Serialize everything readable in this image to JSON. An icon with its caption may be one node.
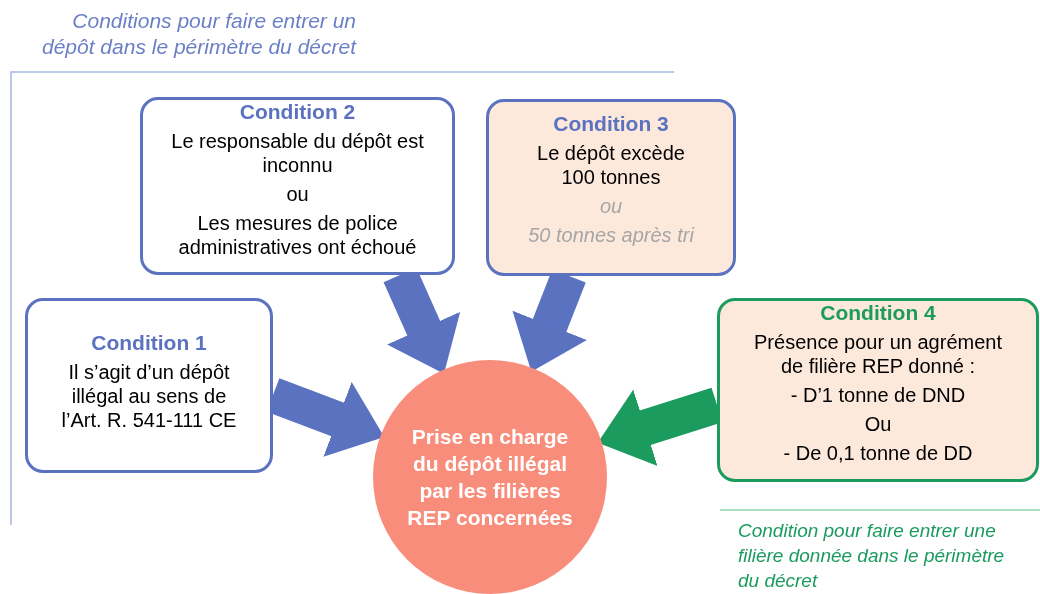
{
  "diagram": {
    "nodes": [
      {
        "text": [
          "Condition 2",
          "Le responsable du dépôt est inconnu",
          "ou",
          "Les mesures de police administratives ont échoué"
        ]
      },
      {
        "text": [
          "Condition 3",
          "Le dépôt excède 100 tonnes",
          "ou",
          "50 tonnes après tri"
        ]
      },
      {
        "text": [
          "Condition 1",
          "Il s’agit d’un dépôt illégal au sens de l’Art. R. 541-111 CE"
        ]
      },
      {
        "text": [
          "Condition 4",
          "Présence pour un agrément de filière REP donné :",
          "- D’1 tonne de DND",
          "Ou",
          "- De 0,1 tonne de DD"
        ]
      },
      {
        "text": [
          "Prise en charge du dépôt illégal par les filières REP concernées"
        ]
      }
    ],
    "edges": [
      {
        "from": 0,
        "to": 4,
        "arrow": "to"
      },
      {
        "from": 1,
        "to": 4,
        "arrow": "to"
      },
      {
        "from": 2,
        "to": 4,
        "arrow": "to"
      },
      {
        "from": 3,
        "to": 4,
        "arrow": "to",
        "color": "#1b9b5e"
      }
    ],
    "labels": [
      "Conditions pour faire entrer un dépôt dans le périmètre du décret",
      "Condition pour faire entrer une filière donnée dans le périmètre du décret"
    ]
  }
}
